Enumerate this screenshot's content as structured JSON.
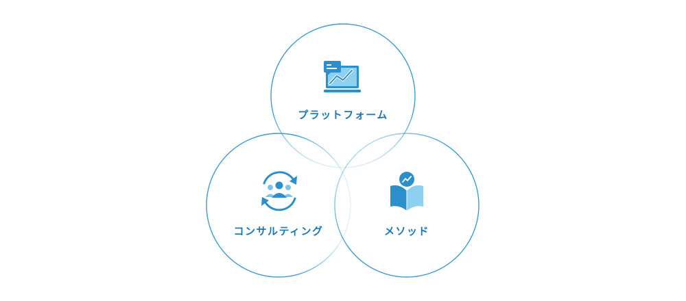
{
  "diagram": {
    "nodes": [
      {
        "id": "platform",
        "label": "プラットフォーム",
        "icon": "monitor-chart-icon"
      },
      {
        "id": "consulting",
        "label": "コンサルティング",
        "icon": "people-refresh-icon"
      },
      {
        "id": "method",
        "label": "メソッド",
        "icon": "book-growth-icon"
      }
    ]
  },
  "colors": {
    "circle_stroke": "#3a9bd0",
    "label": "#1c78b2",
    "icon_primary": "#2b8fcc",
    "icon_light": "#7cc3ea",
    "background": "#ffffff"
  }
}
